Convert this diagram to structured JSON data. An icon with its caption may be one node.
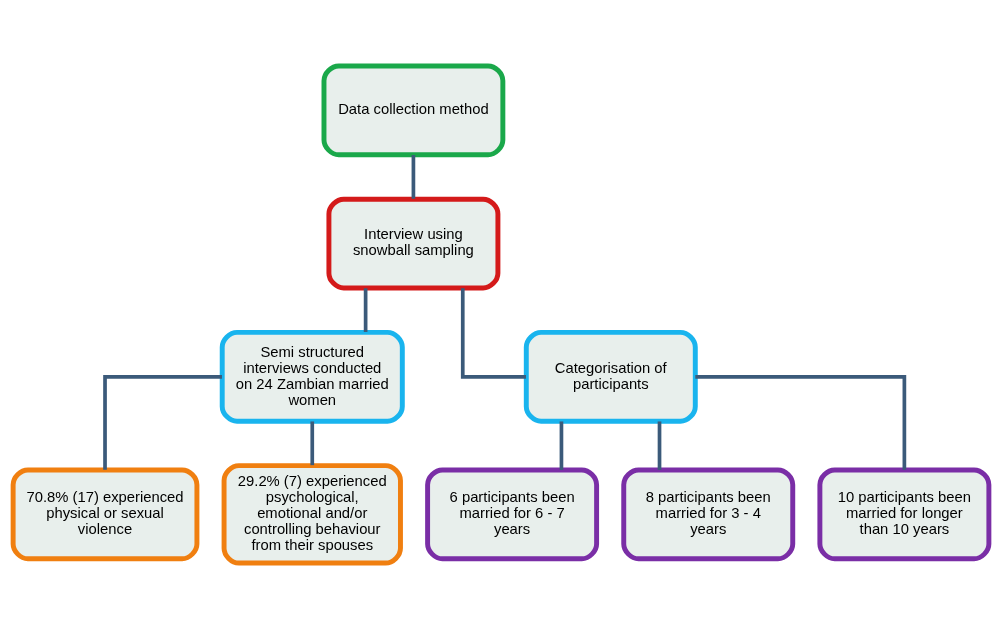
{
  "diagram": {
    "nodes": [
      {
        "text": [
          "Data collection method"
        ]
      },
      {
        "text": [
          "Interview using snowball sampling"
        ]
      },
      {
        "text": [
          "Semi structured interviews conducted on 24 Zambian married women"
        ]
      },
      {
        "text": [
          "Categorisation of participants"
        ]
      },
      {
        "text": [
          "70.8% (17) experienced physical or sexual violence"
        ]
      },
      {
        "text": [
          "29.2% (7) experienced psychological, emotional and/or controlling behaviour from their spouses"
        ]
      },
      {
        "text": [
          "6 participants been married for 6 - 7 years"
        ]
      },
      {
        "text": [
          "8 participants been married for 3 - 4 years"
        ]
      },
      {
        "text": [
          "10 participants been married for longer than 10 years"
        ]
      }
    ],
    "edges": [
      {
        "from": 0,
        "to": 1,
        "arrow": "none"
      },
      {
        "from": 1,
        "to": 2,
        "arrow": "none"
      },
      {
        "from": 1,
        "to": 3,
        "arrow": "none"
      },
      {
        "from": 2,
        "to": 4,
        "arrow": "none"
      },
      {
        "from": 2,
        "to": 5,
        "arrow": "none"
      },
      {
        "from": 3,
        "to": 6,
        "arrow": "none"
      },
      {
        "from": 3,
        "to": 7,
        "arrow": "none"
      },
      {
        "from": 3,
        "to": 8,
        "arrow": "none"
      }
    ]
  }
}
